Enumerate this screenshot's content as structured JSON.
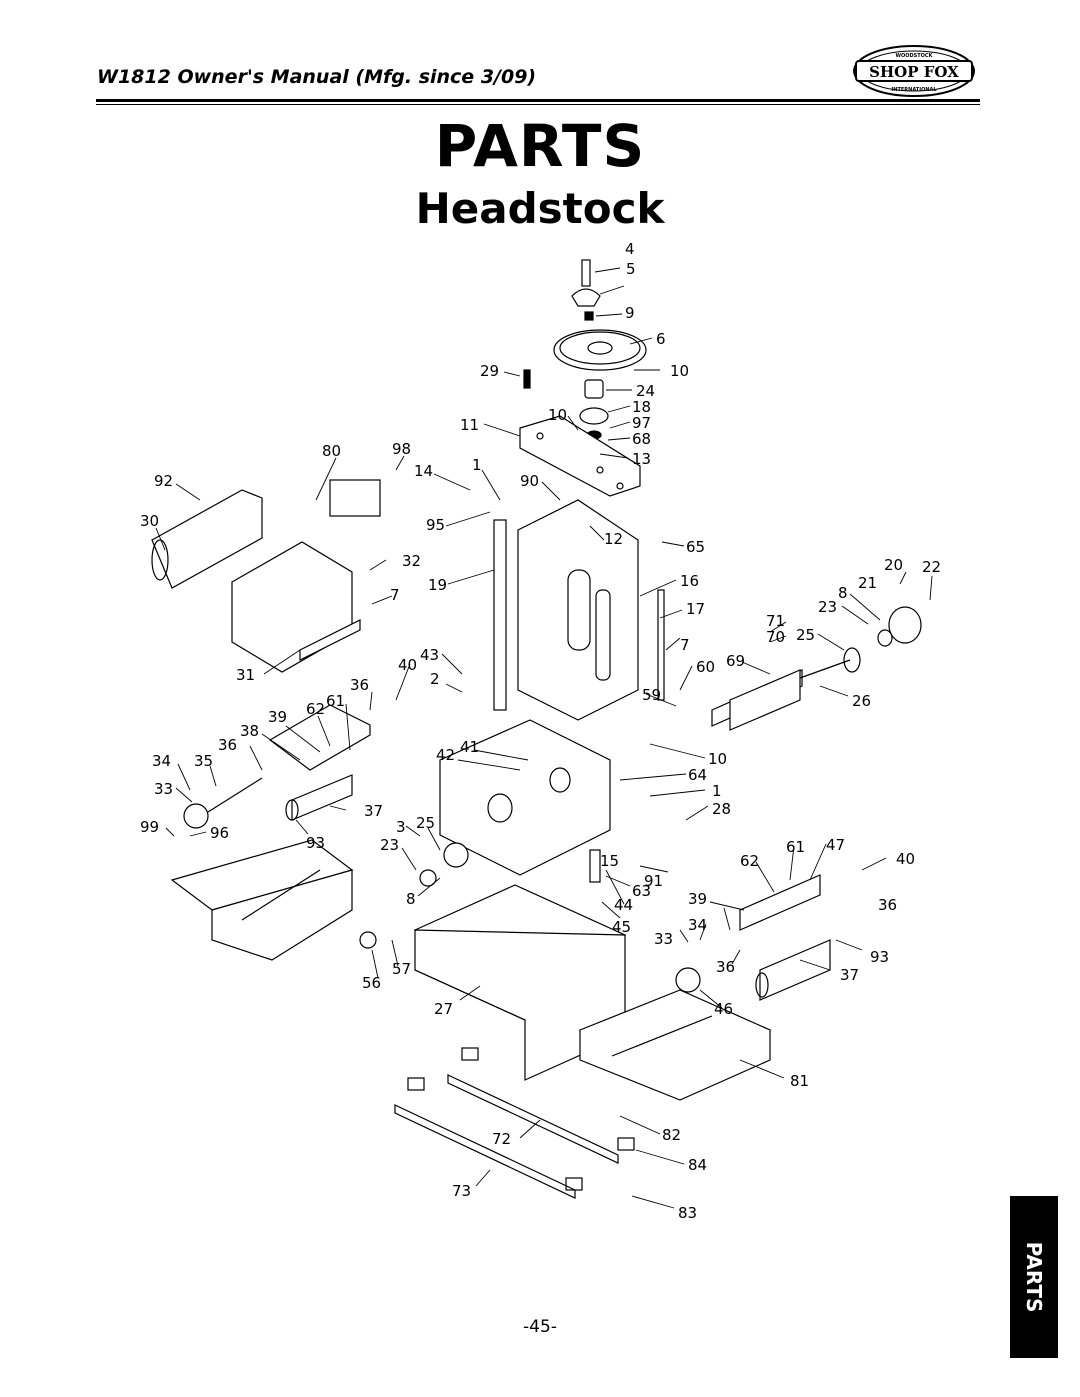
{
  "header": {
    "manual_title": "W1812 Owner's Manual (Mfg. since 3/09)",
    "logo_text": "SHOP FOX",
    "logo_ring_top": "WOODSTOCK",
    "logo_ring_bottom": "INTERNATIONAL"
  },
  "page": {
    "title": "PARTS",
    "section": "Headstock",
    "number": "-45-",
    "side_tab": "PARTS"
  },
  "callouts": [
    {
      "id": "4",
      "text": "4"
    },
    {
      "id": "5",
      "text": "5"
    },
    {
      "id": "9",
      "text": "9"
    },
    {
      "id": "6",
      "text": "6"
    },
    {
      "id": "29",
      "text": "29"
    },
    {
      "id": "10a",
      "text": "10"
    },
    {
      "id": "24",
      "text": "24"
    },
    {
      "id": "18",
      "text": "18"
    },
    {
      "id": "10b",
      "text": "10"
    },
    {
      "id": "11",
      "text": "11"
    },
    {
      "id": "97",
      "text": "97"
    },
    {
      "id": "68",
      "text": "68"
    },
    {
      "id": "80",
      "text": "80"
    },
    {
      "id": "98",
      "text": "98"
    },
    {
      "id": "13",
      "text": "13"
    },
    {
      "id": "14",
      "text": "14"
    },
    {
      "id": "1a",
      "text": "1"
    },
    {
      "id": "90",
      "text": "90"
    },
    {
      "id": "92",
      "text": "92"
    },
    {
      "id": "30",
      "text": "30"
    },
    {
      "id": "95",
      "text": "95"
    },
    {
      "id": "12",
      "text": "12"
    },
    {
      "id": "65",
      "text": "65"
    },
    {
      "id": "32",
      "text": "32"
    },
    {
      "id": "20",
      "text": "20"
    },
    {
      "id": "22",
      "text": "22"
    },
    {
      "id": "19",
      "text": "19"
    },
    {
      "id": "7a",
      "text": "7"
    },
    {
      "id": "16",
      "text": "16"
    },
    {
      "id": "8a",
      "text": "8"
    },
    {
      "id": "21",
      "text": "21"
    },
    {
      "id": "17",
      "text": "17"
    },
    {
      "id": "23a",
      "text": "23"
    },
    {
      "id": "71",
      "text": "71"
    },
    {
      "id": "7b",
      "text": "7"
    },
    {
      "id": "70",
      "text": "70"
    },
    {
      "id": "25a",
      "text": "25"
    },
    {
      "id": "43",
      "text": "43"
    },
    {
      "id": "31",
      "text": "31"
    },
    {
      "id": "40a",
      "text": "40"
    },
    {
      "id": "69",
      "text": "69"
    },
    {
      "id": "60",
      "text": "60"
    },
    {
      "id": "2",
      "text": "2"
    },
    {
      "id": "36a",
      "text": "36"
    },
    {
      "id": "59",
      "text": "59"
    },
    {
      "id": "26",
      "text": "26"
    },
    {
      "id": "61a",
      "text": "61"
    },
    {
      "id": "62a",
      "text": "62"
    },
    {
      "id": "39a",
      "text": "39"
    },
    {
      "id": "38",
      "text": "38"
    },
    {
      "id": "41",
      "text": "41"
    },
    {
      "id": "36b",
      "text": "36"
    },
    {
      "id": "42",
      "text": "42"
    },
    {
      "id": "10c",
      "text": "10"
    },
    {
      "id": "34a",
      "text": "34"
    },
    {
      "id": "35",
      "text": "35"
    },
    {
      "id": "64",
      "text": "64"
    },
    {
      "id": "33a",
      "text": "33"
    },
    {
      "id": "1b",
      "text": "1"
    },
    {
      "id": "37a",
      "text": "37"
    },
    {
      "id": "28",
      "text": "28"
    },
    {
      "id": "99",
      "text": "99"
    },
    {
      "id": "96",
      "text": "96"
    },
    {
      "id": "3",
      "text": "3"
    },
    {
      "id": "25b",
      "text": "25"
    },
    {
      "id": "93a",
      "text": "93"
    },
    {
      "id": "23b",
      "text": "23"
    },
    {
      "id": "61b",
      "text": "61"
    },
    {
      "id": "47",
      "text": "47"
    },
    {
      "id": "15",
      "text": "15"
    },
    {
      "id": "62b",
      "text": "62"
    },
    {
      "id": "40b",
      "text": "40"
    },
    {
      "id": "91",
      "text": "91"
    },
    {
      "id": "8b",
      "text": "8"
    },
    {
      "id": "44",
      "text": "44"
    },
    {
      "id": "63",
      "text": "63"
    },
    {
      "id": "39b",
      "text": "39"
    },
    {
      "id": "36c",
      "text": "36"
    },
    {
      "id": "45",
      "text": "45"
    },
    {
      "id": "34b",
      "text": "34"
    },
    {
      "id": "33b",
      "text": "33"
    },
    {
      "id": "93b",
      "text": "93"
    },
    {
      "id": "57",
      "text": "57"
    },
    {
      "id": "56",
      "text": "56"
    },
    {
      "id": "36d",
      "text": "36"
    },
    {
      "id": "37b",
      "text": "37"
    },
    {
      "id": "27",
      "text": "27"
    },
    {
      "id": "46",
      "text": "46"
    },
    {
      "id": "81",
      "text": "81"
    },
    {
      "id": "82",
      "text": "82"
    },
    {
      "id": "72",
      "text": "72"
    },
    {
      "id": "84",
      "text": "84"
    },
    {
      "id": "73",
      "text": "73"
    },
    {
      "id": "83",
      "text": "83"
    }
  ]
}
